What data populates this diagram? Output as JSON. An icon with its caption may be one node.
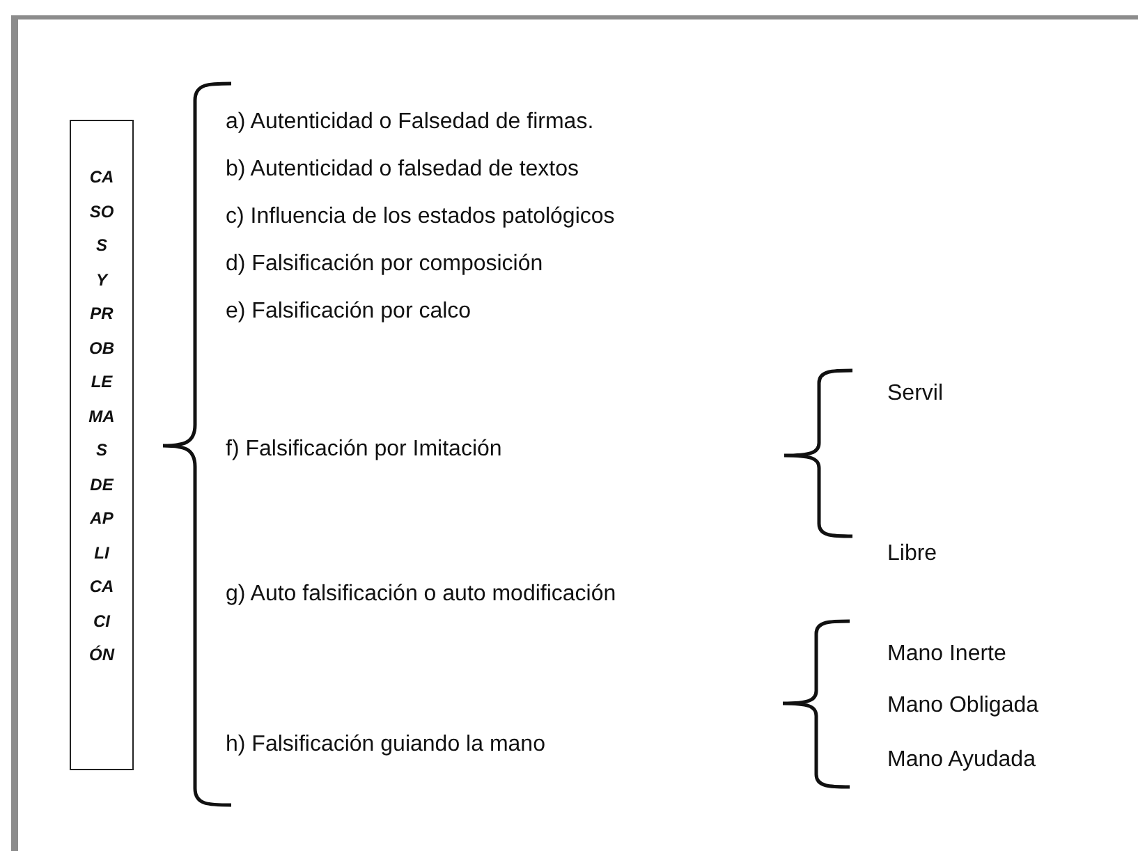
{
  "diagram": {
    "nodes": [
      {
        "text": [
          "CASOS Y PROBLEMAS DE APLICACIÓN"
        ]
      }
    ],
    "labels": [
      "a) Autenticidad o Falsedad de firmas.",
      "b) Autenticidad o falsedad de textos",
      "c) Influencia de los estados patológicos",
      "d) Falsificación por composición",
      "e) Falsificación por calco",
      "Servil",
      "f) Falsificación por Imitación",
      "Libre",
      "g) Auto falsificación o auto modificación",
      "Mano Inerte",
      "h) Falsificación guiando la mano",
      "Mano Obligada",
      "Mano Ayudada"
    ]
  }
}
